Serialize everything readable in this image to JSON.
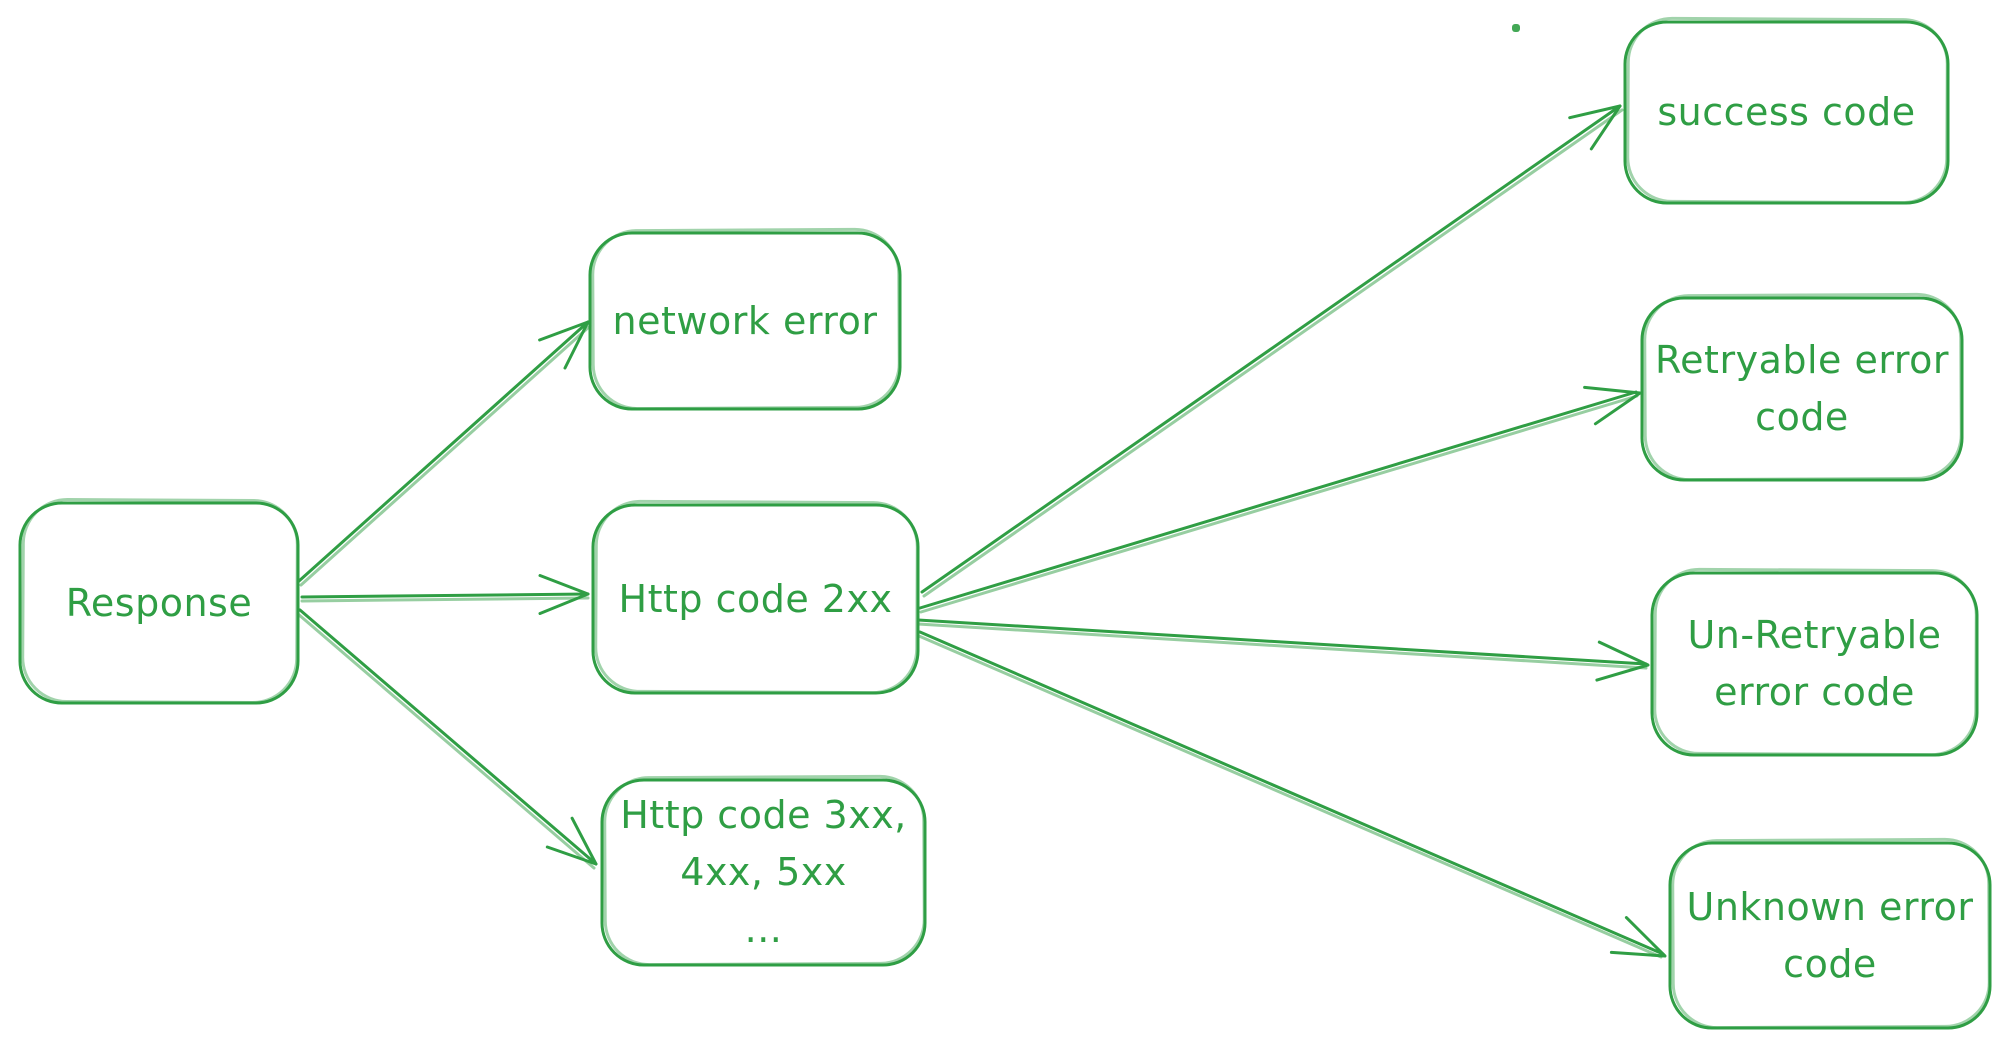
{
  "diagram": {
    "style": {
      "stroke_color": "#2f9e44",
      "background_color": "#ffffff"
    },
    "nodes": [
      {
        "id": "response",
        "lines": [
          "Response"
        ]
      },
      {
        "id": "network-error",
        "lines": [
          "network error"
        ]
      },
      {
        "id": "http-code-2xx",
        "lines": [
          "Http code 2xx"
        ]
      },
      {
        "id": "http-code-3xx-4xx-5xx",
        "lines": [
          "Http code 3xx,",
          "4xx, 5xx",
          "..."
        ]
      },
      {
        "id": "success-code",
        "lines": [
          "success code"
        ]
      },
      {
        "id": "retryable-error-code",
        "lines": [
          "Retryable error",
          "code"
        ]
      },
      {
        "id": "un-retryable-error-code",
        "lines": [
          "Un-Retryable",
          "error code"
        ]
      },
      {
        "id": "unknown-error-code",
        "lines": [
          "Unknown error",
          "code"
        ]
      }
    ],
    "edges": [
      {
        "from": "response",
        "to": "network-error"
      },
      {
        "from": "response",
        "to": "http-code-2xx"
      },
      {
        "from": "response",
        "to": "http-code-3xx-4xx-5xx"
      },
      {
        "from": "http-code-2xx",
        "to": "success-code"
      },
      {
        "from": "http-code-2xx",
        "to": "retryable-error-code"
      },
      {
        "from": "http-code-2xx",
        "to": "un-retryable-error-code"
      },
      {
        "from": "http-code-2xx",
        "to": "unknown-error-code"
      }
    ]
  }
}
